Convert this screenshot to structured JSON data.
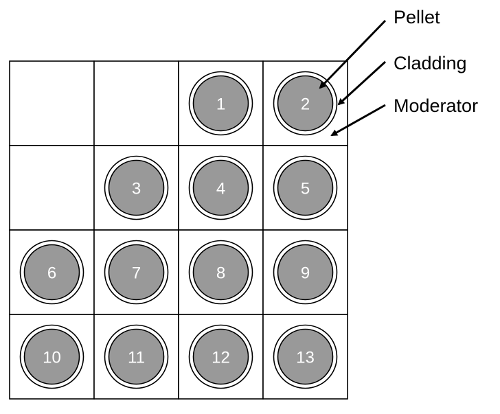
{
  "grid": {
    "rows": 4,
    "cols": 4
  },
  "pins": [
    {
      "label": "1",
      "row": 0,
      "col": 2
    },
    {
      "label": "2",
      "row": 0,
      "col": 3
    },
    {
      "label": "3",
      "row": 1,
      "col": 1
    },
    {
      "label": "4",
      "row": 1,
      "col": 2
    },
    {
      "label": "5",
      "row": 1,
      "col": 3
    },
    {
      "label": "6",
      "row": 2,
      "col": 0
    },
    {
      "label": "7",
      "row": 2,
      "col": 1
    },
    {
      "label": "8",
      "row": 2,
      "col": 2
    },
    {
      "label": "9",
      "row": 2,
      "col": 3
    },
    {
      "label": "10",
      "row": 3,
      "col": 0
    },
    {
      "label": "11",
      "row": 3,
      "col": 1
    },
    {
      "label": "12",
      "row": 3,
      "col": 2
    },
    {
      "label": "13",
      "row": 3,
      "col": 3
    }
  ],
  "callouts": {
    "pellet": "Pellet",
    "cladding": "Cladding",
    "moderator": "Moderator"
  },
  "colors": {
    "pellet_fill": "#999999",
    "line": "#000000",
    "background": "#ffffff",
    "pin_text": "#ffffff"
  }
}
